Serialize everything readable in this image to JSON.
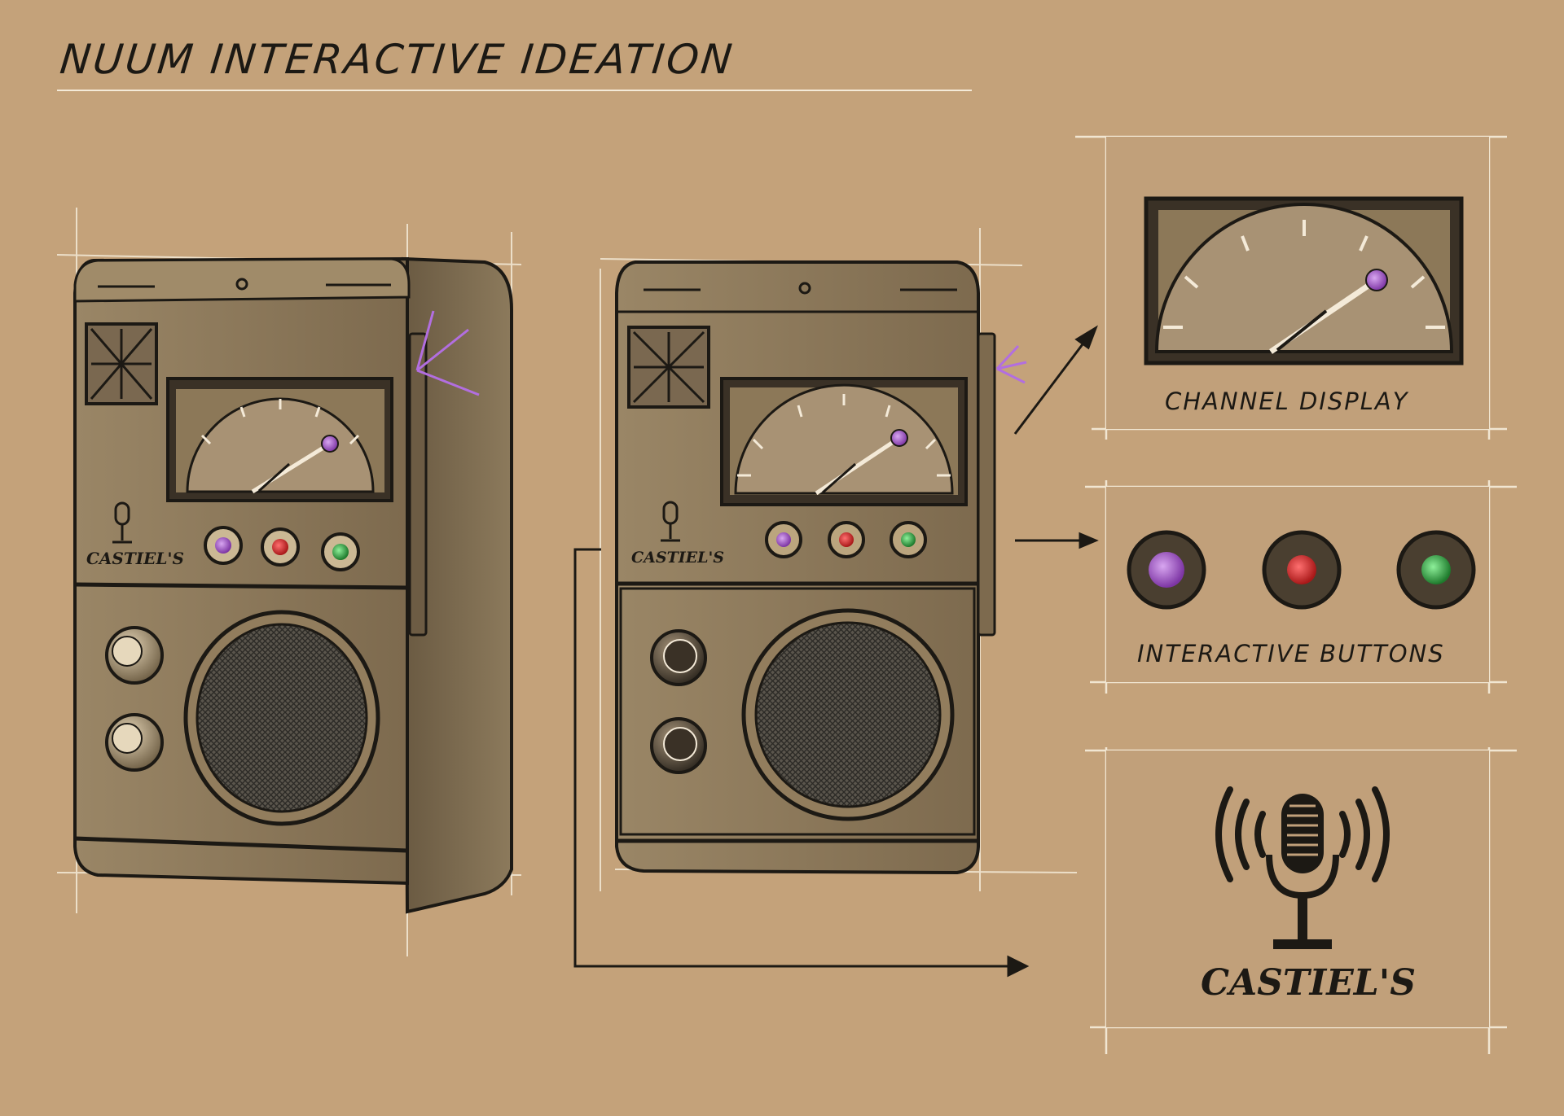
{
  "title": "NUUM INTERACTIVE IDEATION",
  "radio_brand": "CASTIEL'S",
  "panels": {
    "channel_display": {
      "label": "CHANNEL DISPLAY"
    },
    "interactive_buttons": {
      "label": "INTERACTIVE BUTTONS"
    },
    "logo": {
      "label": "CASTIEL'S"
    }
  },
  "icons": {
    "logo": "microphone-broadcast-icon",
    "speaker": "speaker-grille-icon",
    "dial": "channel-dial-icon"
  },
  "colors": {
    "paper": "#c4a27a",
    "ink": "#1c1914",
    "button_purple": "#9b4fc0",
    "button_red": "#cc2b2b",
    "button_green": "#2e9b3e"
  }
}
